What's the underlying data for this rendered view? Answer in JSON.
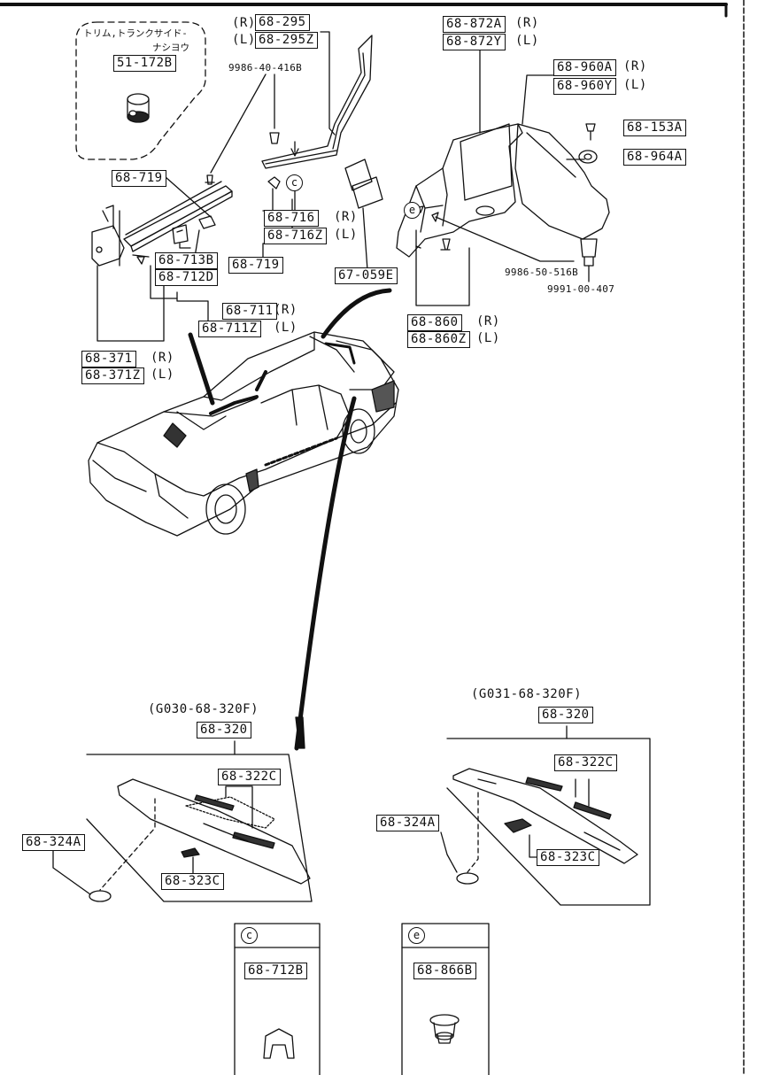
{
  "labels": {
    "trim_note": "トリム,トランクサイド-",
    "trim_note2": "ナシヨウ",
    "p51_172B": "51-172B",
    "p68_295": "68-295",
    "p68_295Z": "68-295Z",
    "side_R": "(R)",
    "side_L": "(L)",
    "b9986_40_416B": "9986-40-416B",
    "p68_719a": "68-719",
    "p68_719b": "68-719",
    "p68_716": "68-716",
    "p68_716Z": "68-716Z",
    "p68_713B": "68-713B",
    "p68_712D": "68-712D",
    "p68_711": "68-711",
    "p68_711Z": "68-711Z",
    "p68_371": "68-371",
    "p68_371Z": "68-371Z",
    "p67_059E": "67-059E",
    "p68_872A": "68-872A",
    "p68_872Y": "68-872Y",
    "p68_960A": "68-960A",
    "p68_960Y": "68-960Y",
    "p68_153A": "68-153A",
    "p68_964A": "68-964A",
    "b9986_50_516B": "9986-50-516B",
    "b9991_00_407": "9991-00-407",
    "p68_860": "68-860",
    "p68_860Z": "68-860Z",
    "code_g030": "(G030-68-320F)",
    "code_g031": "(G031-68-320F)",
    "p68_320a": "68-320",
    "p68_320b": "68-320",
    "p68_322Ca": "68-322C",
    "p68_322Cb": "68-322C",
    "p68_324Aa": "68-324A",
    "p68_324Ab": "68-324A",
    "p68_323Ca": "68-323C",
    "p68_323Cb": "68-323C",
    "p68_712B": "68-712B",
    "p68_866B": "68-866B",
    "ref_c": "c",
    "ref_e": "e"
  }
}
